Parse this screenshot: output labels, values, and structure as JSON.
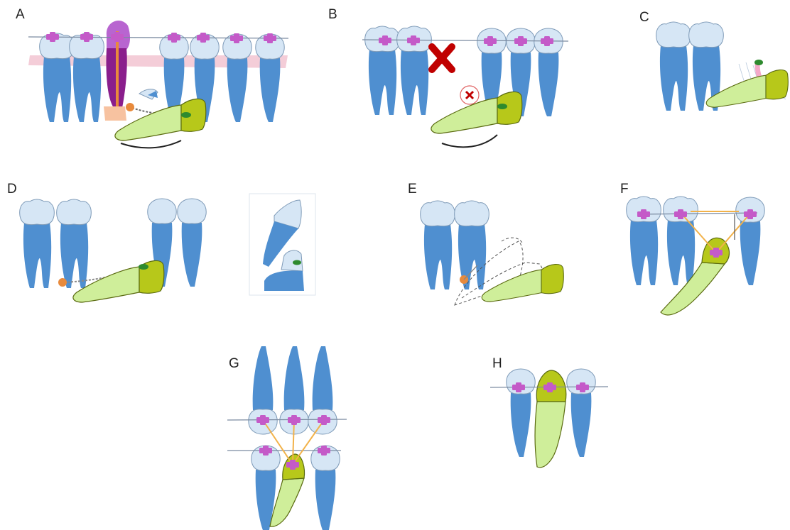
{
  "panels": [
    {
      "id": "A",
      "label": "A"
    },
    {
      "id": "B",
      "label": "B"
    },
    {
      "id": "C",
      "label": "C"
    },
    {
      "id": "D",
      "label": "D"
    },
    {
      "id": "E",
      "label": "E"
    },
    {
      "id": "F",
      "label": "F"
    },
    {
      "id": "G",
      "label": "G"
    },
    {
      "id": "H",
      "label": "H"
    }
  ],
  "colors": {
    "crown": "#d6e6f5",
    "crown_stroke": "#7f9bb8",
    "root": "#4f8fd0",
    "canine_crown": "#b7c81a",
    "canine_root": "#cfee9a",
    "canine_stroke": "#5a6a10",
    "bracket": "#c45ac8",
    "wire": "#7a8aa0",
    "gum": "#f4cdd8",
    "deciduous_dark": "#8a1e8c",
    "deciduous_light": "#b865d0",
    "spring": "#e88a3c",
    "mark": "#c00000",
    "elastic": "#f2b24a",
    "attachment": "#2e8a2e"
  },
  "icons": [
    "cross-mark-icon",
    "circled-x-icon",
    "orange-button-icon"
  ]
}
